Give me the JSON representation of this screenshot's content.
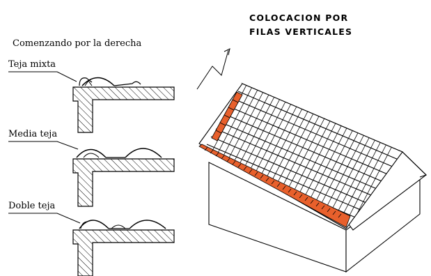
{
  "title": {
    "line1": "COLOCACION POR",
    "line2": "FILAS VERTICALES"
  },
  "instruction": "Comenzando por la derecha",
  "profiles": [
    {
      "label": "Teja mixta"
    },
    {
      "label": "Media teja"
    },
    {
      "label": "Doble teja"
    }
  ],
  "colors": {
    "ink": "#000000",
    "highlight_tiles": "#e8602c",
    "background": "#ffffff"
  }
}
